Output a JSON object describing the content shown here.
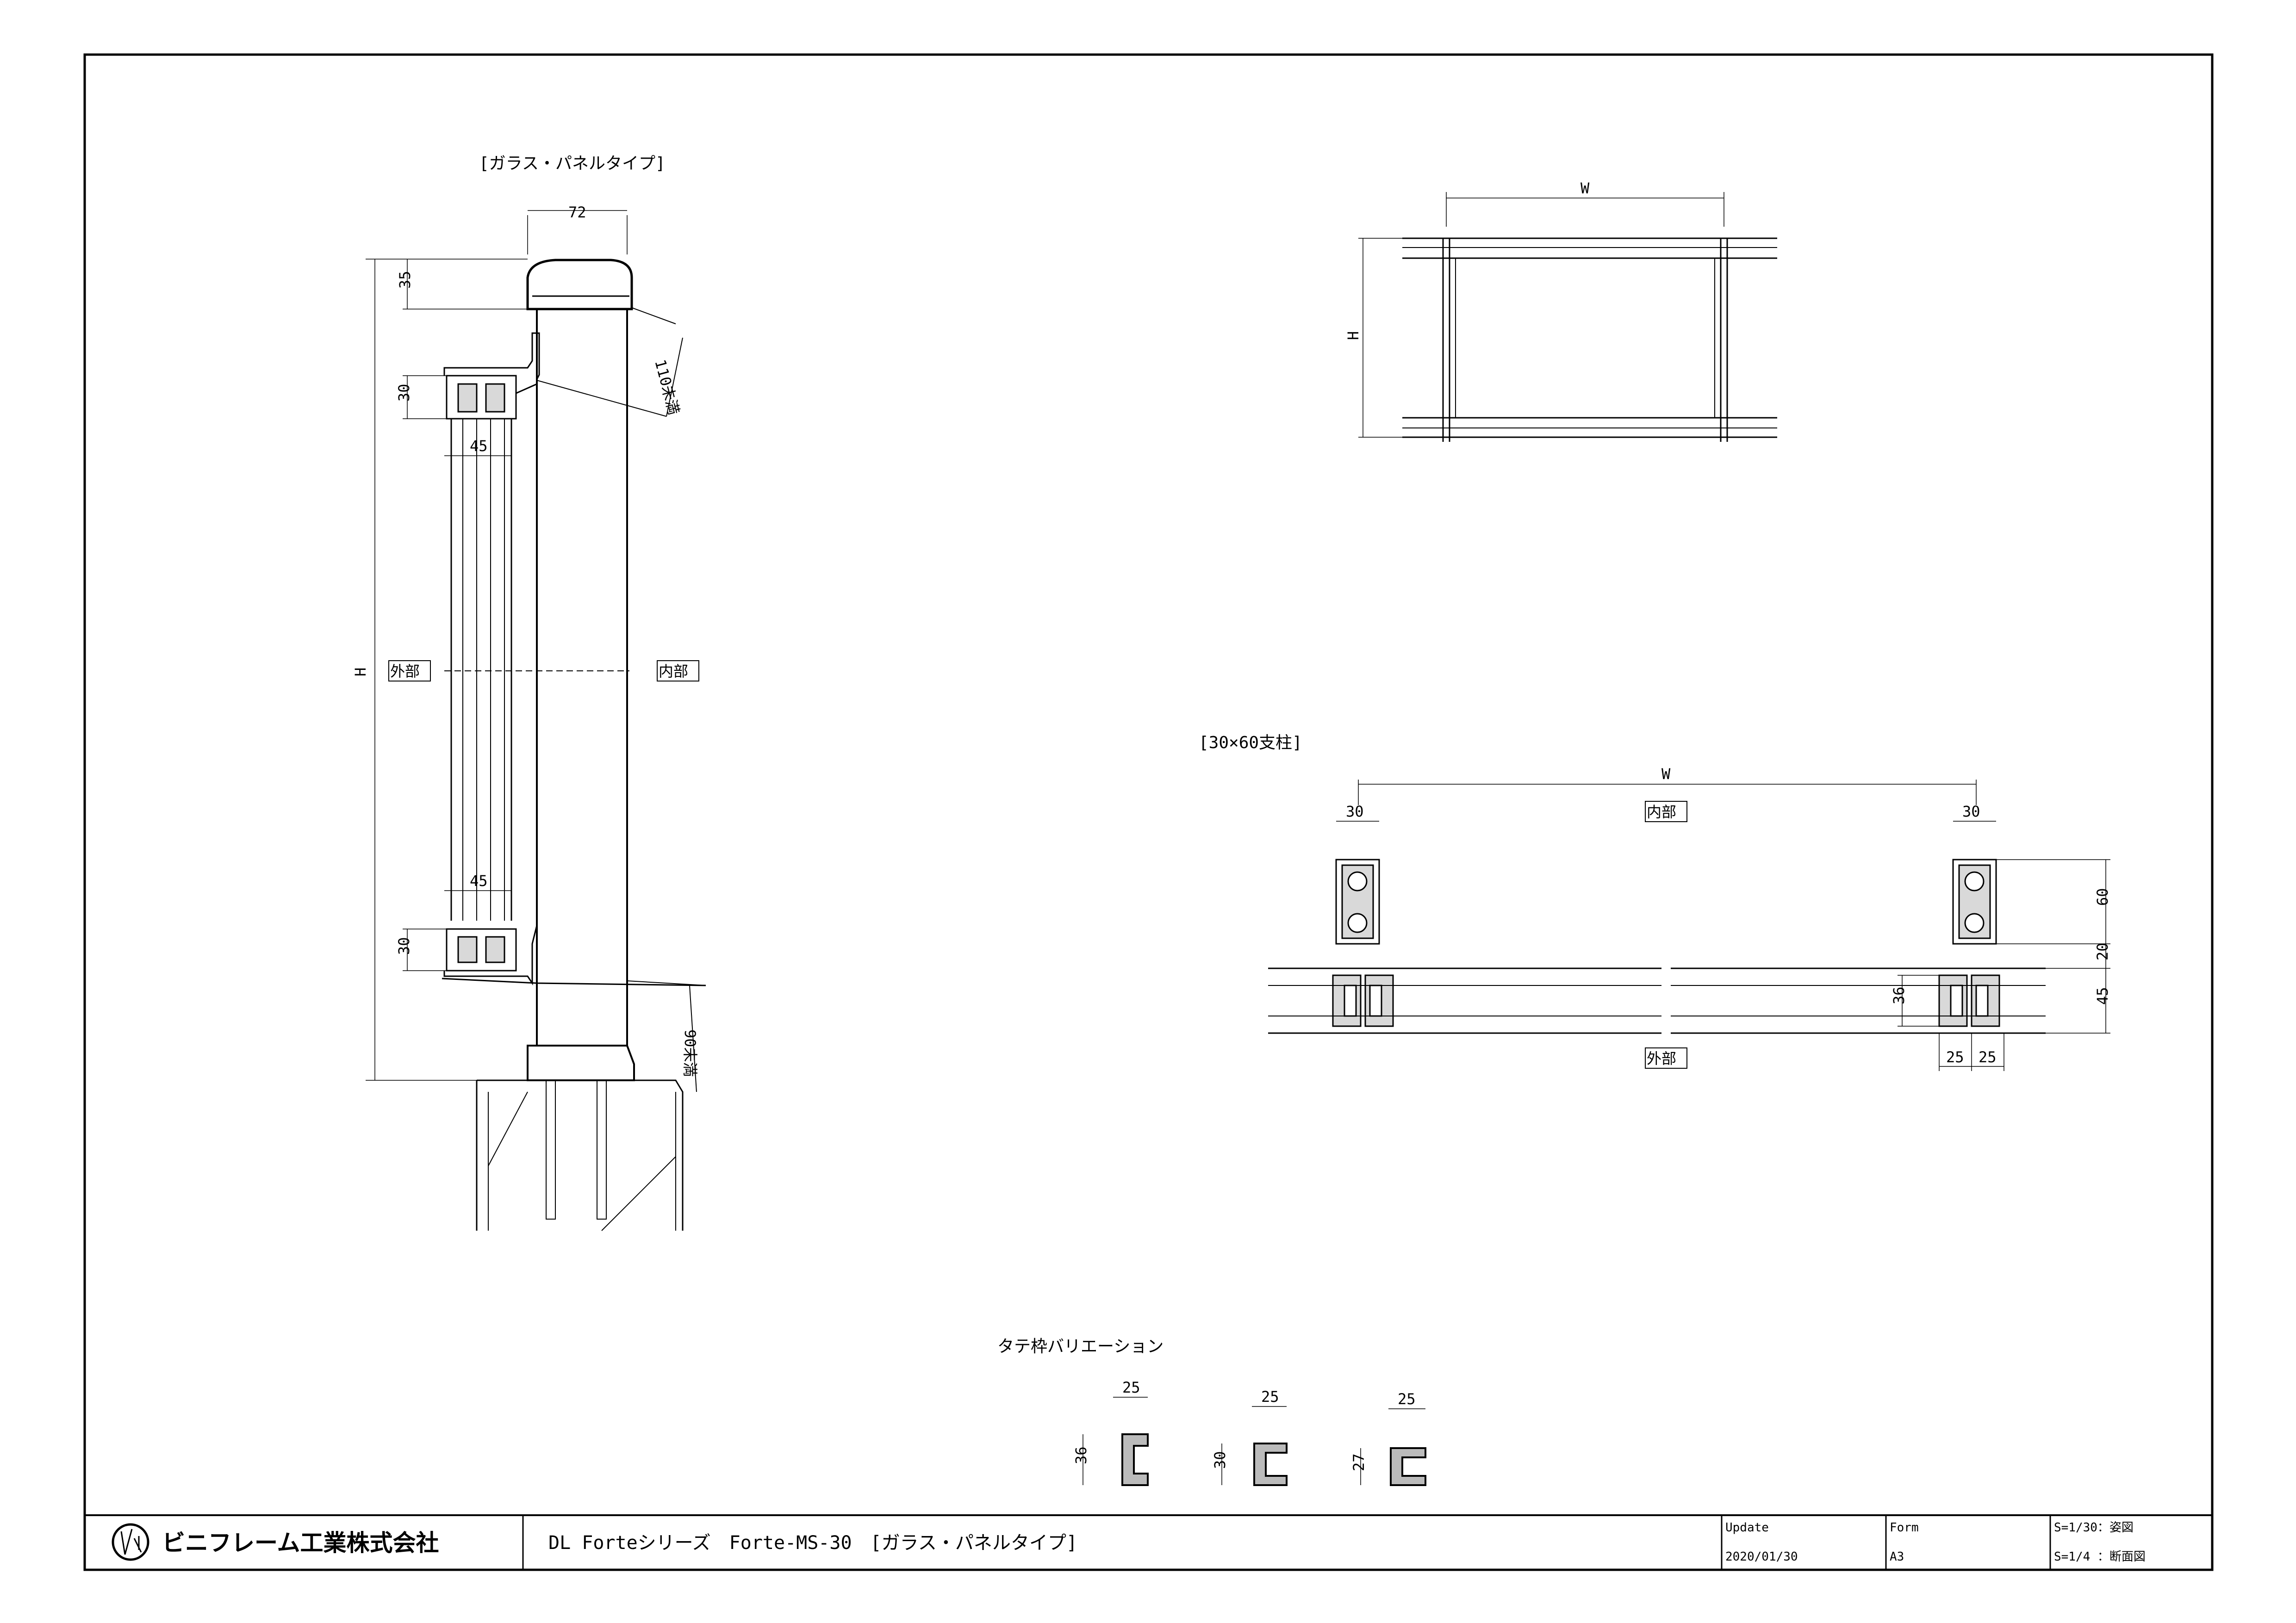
{
  "elevation": {
    "title": "[ガラス・パネルタイプ]",
    "dim_width": "72",
    "dim_cap": "35",
    "dim_top_rail": "30",
    "dim_top_frame": "45",
    "dim_bottom_frame": "45",
    "dim_bottom_rail": "30",
    "dim_height": "H",
    "label_outside": "外部",
    "label_inside": "内部",
    "note_top": "110未満",
    "note_bottom": "90未満"
  },
  "front_view": {
    "dim_width": "W",
    "dim_height": "H"
  },
  "section": {
    "title": "[30×60支柱]",
    "dim_width": "W",
    "dim_post_left": "30",
    "dim_post_right": "30",
    "label_inside": "内部",
    "label_outside": "外部",
    "dim_60": "60",
    "dim_20": "20",
    "dim_45": "45",
    "dim_36": "36",
    "dim_25a": "25",
    "dim_25b": "25"
  },
  "variations": {
    "title": "タテ枠バリエーション",
    "items": [
      {
        "width": "25",
        "height": "36"
      },
      {
        "width": "25",
        "height": "30"
      },
      {
        "width": "25",
        "height": "27"
      }
    ]
  },
  "title_block": {
    "logo_text": "ビニフレーム工業株式会社",
    "drawing_name": "DL Forteシリーズ　Forte-MS-30　[ガラス・パネルタイプ]",
    "update_label": "Update",
    "update_value": "2020/01/30",
    "form_label": "Form",
    "form_value": "A3",
    "scale_1": "S=1/30：姿図",
    "scale_2": "S=1/4 ：断面図"
  }
}
